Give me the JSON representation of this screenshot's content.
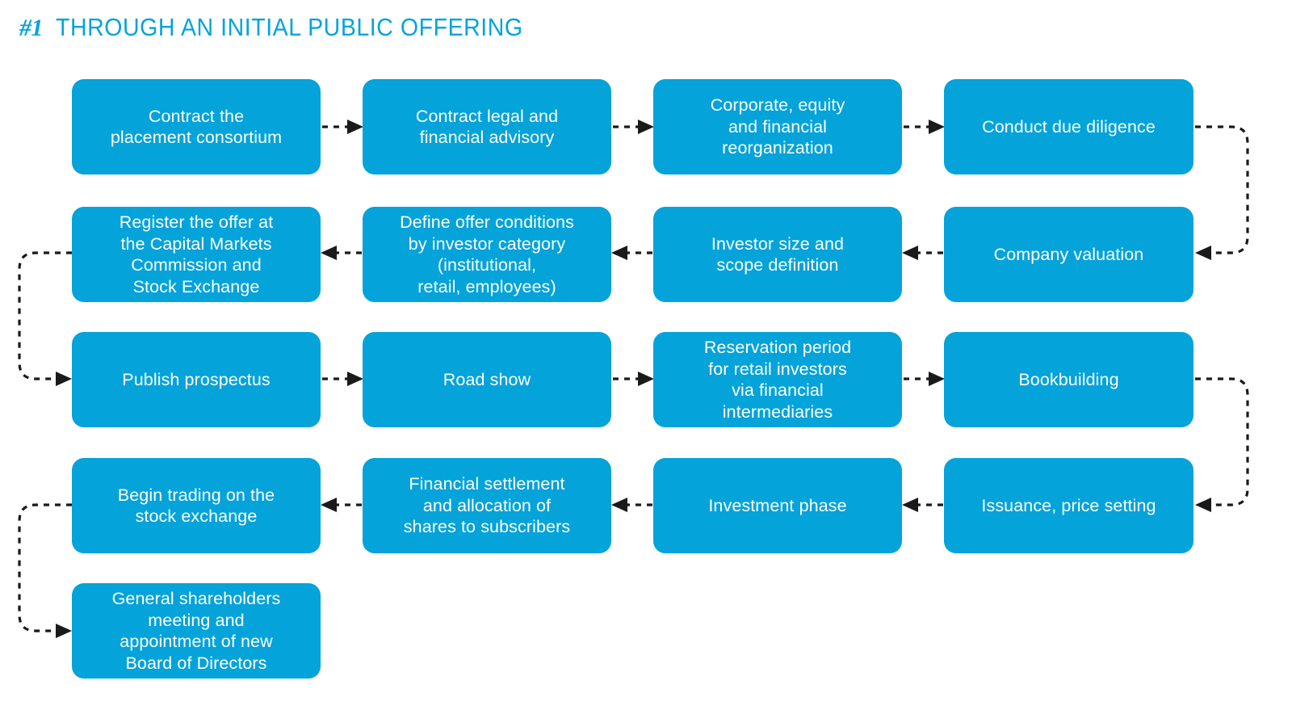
{
  "header": {
    "number": "#1",
    "title": "THROUGH AN INITIAL PUBLIC OFFERING",
    "color": "#04a3da"
  },
  "theme": {
    "box_fill": "#04a3da",
    "box_text": "#ffffff",
    "connector": "#1a1a1a",
    "background": "#ffffff"
  },
  "diagram": {
    "type": "flowchart",
    "direction": "boustrophedon",
    "columns": 4,
    "rows": 5,
    "steps": [
      {
        "index": 1,
        "label": "Contract the\nplacement consortium"
      },
      {
        "index": 2,
        "label": "Contract legal and\nfinancial advisory"
      },
      {
        "index": 3,
        "label": "Corporate, equity\nand financial\nreorganization"
      },
      {
        "index": 4,
        "label": "Conduct due diligence"
      },
      {
        "index": 5,
        "label": "Company valuation"
      },
      {
        "index": 6,
        "label": "Investor size and\nscope definition"
      },
      {
        "index": 7,
        "label": "Define offer conditions\nby investor category\n(institutional,\nretail, employees)"
      },
      {
        "index": 8,
        "label": "Register the offer at\nthe Capital Markets\nCommission and\nStock Exchange"
      },
      {
        "index": 9,
        "label": "Publish prospectus"
      },
      {
        "index": 10,
        "label": "Road show"
      },
      {
        "index": 11,
        "label": "Reservation period\nfor retail investors\nvia financial\nintermediaries"
      },
      {
        "index": 12,
        "label": "Bookbuilding"
      },
      {
        "index": 13,
        "label": "Issuance, price setting"
      },
      {
        "index": 14,
        "label": "Investment phase"
      },
      {
        "index": 15,
        "label": "Financial settlement\nand allocation of\nshares to subscribers"
      },
      {
        "index": 16,
        "label": "Begin trading on the\nstock exchange"
      },
      {
        "index": 17,
        "label": "General shareholders\nmeeting and\nappointment of new\nBoard of Directors"
      }
    ]
  }
}
